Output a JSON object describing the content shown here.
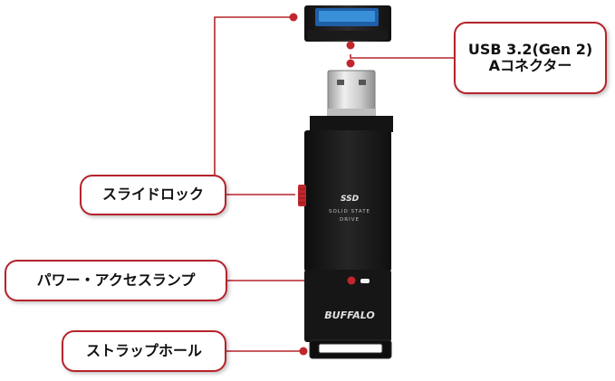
{
  "callouts": {
    "usb_connector": {
      "line1": "USB 3.2(Gen 2)",
      "line2": "Aコネクター"
    },
    "slide_lock": "スライドロック",
    "power_access_lamp": "パワー・アクセスランプ",
    "strap_hole": "ストラップホール"
  },
  "device": {
    "label_ssd": "SSD",
    "label_line1": "SOLID STATE",
    "label_line2": "DRIVE",
    "brand": "BUFFALO"
  },
  "colors": {
    "accent": "#b5232b",
    "device_body": "#1b1b1b",
    "connector_blue": "#3a8fd9",
    "metal": "#d9d9d9"
  }
}
